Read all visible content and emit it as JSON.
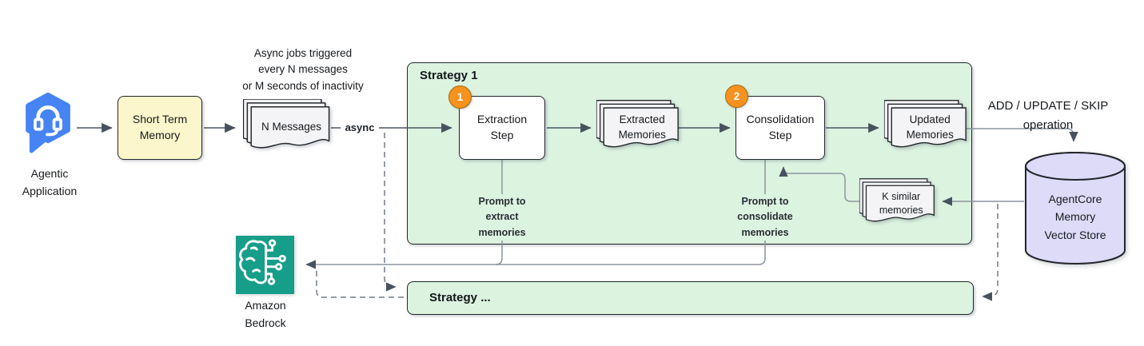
{
  "diagram": {
    "agentic_app": {
      "label": "Agentic\nApplication"
    },
    "short_term_memory": {
      "label": "Short Term\nMemory"
    },
    "n_messages": {
      "label": "N Messages"
    },
    "async_note": "Async jobs triggered\nevery N messages\nor M seconds of inactivity",
    "async_label": "async",
    "strategy_1": {
      "title": "Strategy 1",
      "extraction_step": {
        "badge": "1",
        "label": "Extraction\nStep"
      },
      "extracted_memories": {
        "label": "Extracted\nMemories"
      },
      "consolidation_step": {
        "badge": "2",
        "label": "Consolidation\nStep"
      },
      "updated_memories": {
        "label": "Updated\nMemories"
      },
      "k_similar_memories": {
        "label": "K similar\nmemories"
      },
      "prompt_extract": "Prompt to\nextract\nmemories",
      "prompt_consolidate": "Prompt to\nconsolidate\nmemories"
    },
    "add_update_skip_note": "ADD / UPDATE / SKIP\noperation",
    "vector_store": {
      "label": "AgentCore\nMemory\nVector Store"
    },
    "bedrock": {
      "label": "Amazon\nBedrock"
    },
    "strategy_more": {
      "title": "Strategy ..."
    },
    "colors": {
      "strategy_fill": "#dcf3e0",
      "short_term_fill": "#fbf6cb",
      "vector_store_fill": "#dddbf7",
      "document_fill": "#f4f4f6",
      "badge_orange": "#f6921e",
      "agentic_icon_blue": "#4584f2",
      "bedrock_teal": "#169e89",
      "arrow_dark": "#4b5562",
      "arrow_light": "#8b949d",
      "arrow_dashed": "#707b87"
    }
  }
}
